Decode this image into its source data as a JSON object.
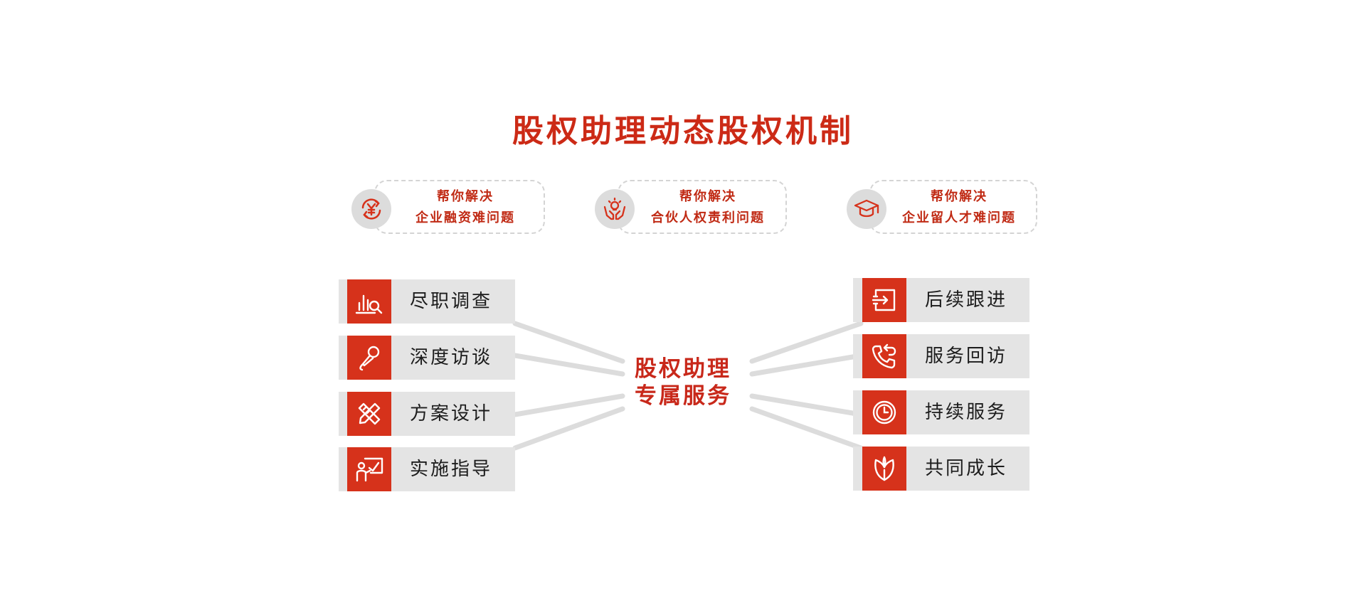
{
  "title": "股权助理动态股权机制",
  "colors": {
    "accent": "#d6321b",
    "title": "#cc2a16",
    "card_bg": "#e4e4e4",
    "connector": "#dcdcdc"
  },
  "problems": [
    {
      "line1": "帮你解决",
      "line2": "企业融资难问题",
      "icon": "yuan-refresh-icon"
    },
    {
      "line1": "帮你解决",
      "line2": "合伙人权责利问题",
      "icon": "hands-idea-icon"
    },
    {
      "line1": "帮你解决",
      "line2": "企业留人才难问题",
      "icon": "graduation-cap-icon"
    }
  ],
  "center": {
    "line1": "股权助理",
    "line2": "专属服务"
  },
  "left_services": [
    {
      "label": "尽职调查",
      "icon": "chart-magnifier-icon"
    },
    {
      "label": "深度访谈",
      "icon": "microphone-icon"
    },
    {
      "label": "方案设计",
      "icon": "pencil-ruler-icon"
    },
    {
      "label": "实施指导",
      "icon": "presenter-board-icon"
    }
  ],
  "right_services": [
    {
      "label": "后续跟进",
      "icon": "enter-box-icon"
    },
    {
      "label": "服务回访",
      "icon": "phone-callback-icon"
    },
    {
      "label": "持续服务",
      "icon": "clock-icon"
    },
    {
      "label": "共同成长",
      "icon": "leaf-icon"
    }
  ]
}
